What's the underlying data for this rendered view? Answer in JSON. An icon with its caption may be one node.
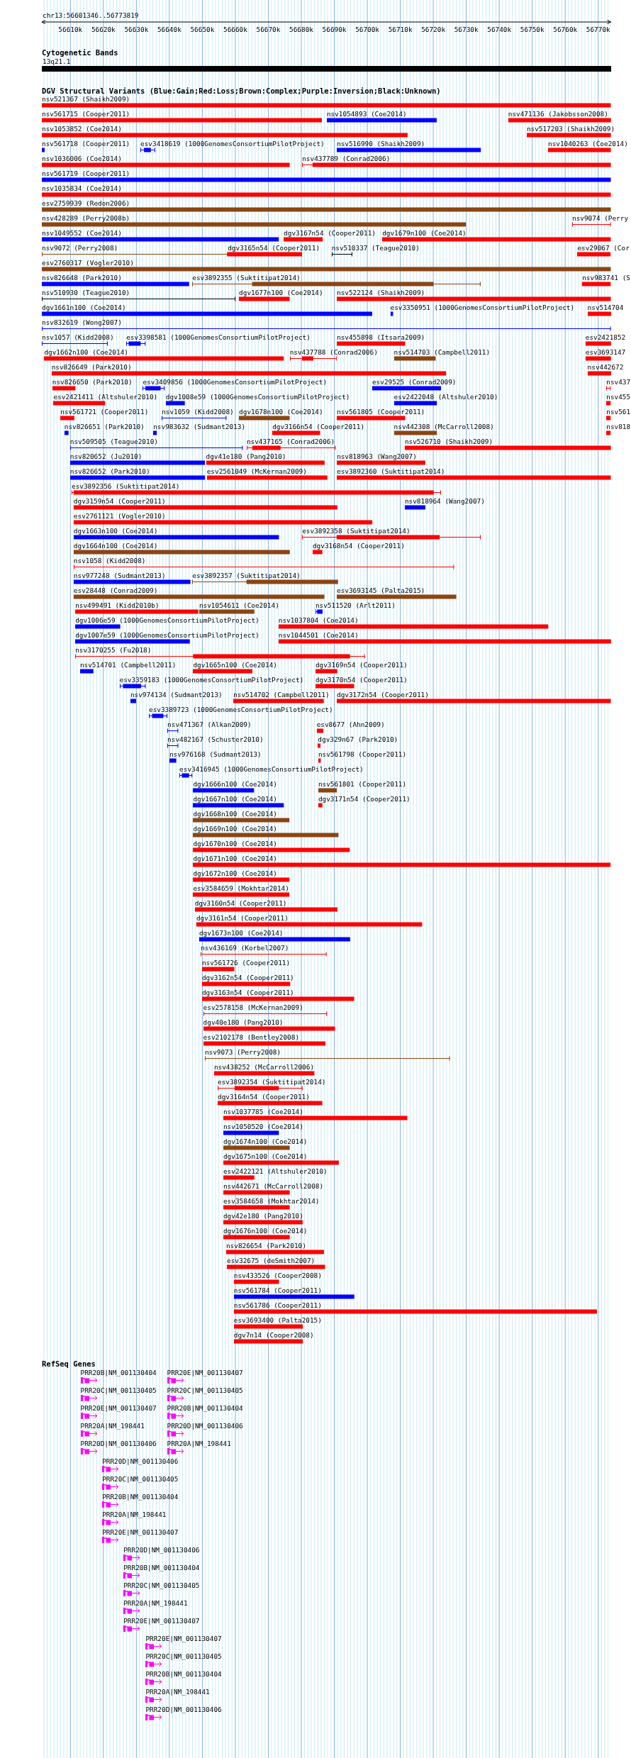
{
  "diagram": {
    "nodes": [
      {
        "text": [
          "13q21.1"
        ]
      },
      {
        "text": [
          "nsv521367 (Shaikh2009)"
        ]
      },
      {
        "text": [
          "nsv561715 (Cooper2011)"
        ]
      },
      {
        "text": [
          "nsv1054893 (Coe2014)"
        ]
      },
      {
        "text": [
          "nsv471136 (Jakobsson2008)"
        ]
      },
      {
        "text": [
          "nsv1053852 (Coe2014)"
        ]
      },
      {
        "text": [
          "nsv517203 (Shaikh2009)"
        ]
      },
      {
        "text": [
          "nsv561718 (Cooper2011)"
        ]
      },
      {
        "text": [
          "esv3418619 (1000GenomesConsortiumPilotProject)"
        ]
      },
      {
        "text": [
          "nsv516990 (Shaikh2009)"
        ]
      },
      {
        "text": [
          "nsv1040263 (Coe2014)"
        ]
      },
      {
        "text": [
          "nsv1036006 (Coe2014)"
        ]
      },
      {
        "text": [
          "nsv437789 (Conrad2006)"
        ]
      },
      {
        "text": [
          "nsv561719 (Cooper2011)"
        ]
      },
      {
        "text": [
          "nsv1035834 (Coe2014)"
        ]
      },
      {
        "text": [
          "esv2759939 (Redon2006)"
        ]
      },
      {
        "text": [
          "nsv428289 (Perry2008b)"
        ]
      },
      {
        "text": [
          "nsv9074 (Perry"
        ]
      },
      {
        "text": [
          "nsv1049552 (Coe2014)"
        ]
      },
      {
        "text": [
          "dgv3167n54 (Cooper2011)"
        ]
      },
      {
        "text": [
          "dgv1679n100 (Coe2014)"
        ]
      },
      {
        "text": [
          "nsv9072 (Perry2008)"
        ]
      },
      {
        "text": [
          "dgv3165n54 (Cooper2011)"
        ]
      },
      {
        "text": [
          "nsv510337 (Teague2010)"
        ]
      },
      {
        "text": [
          "esv29067 (Cor"
        ]
      },
      {
        "text": [
          "esv2760317 (Vogler2010)"
        ]
      },
      {
        "text": [
          "nsv826648 (Park2010)"
        ]
      },
      {
        "text": [
          "esv3892355 (Suktitipat2014)"
        ]
      },
      {
        "text": [
          "nsv983741 (S"
        ]
      },
      {
        "text": [
          "nsv510930 (Teague2010)"
        ]
      },
      {
        "text": [
          "dgv1677n100 (Coe2014)"
        ]
      },
      {
        "text": [
          "nsv522124 (Shaikh2009)"
        ]
      },
      {
        "text": [
          "dgv1661n100 (Coe2014)"
        ]
      },
      {
        "text": [
          "esv3350951 (1000GenomesConsortiumPilotProject)"
        ]
      },
      {
        "text": [
          "nsv514704"
        ]
      },
      {
        "text": [
          "nsv832619 (Wong2007)"
        ]
      },
      {
        "text": [
          "nsv1057 (Kidd2008)"
        ]
      },
      {
        "text": [
          "esv3398581 (1000GenomesConsortiumPilotProject)"
        ]
      },
      {
        "text": [
          "nsv455898 (Itsara2009)"
        ]
      },
      {
        "text": [
          "esv2421852"
        ]
      },
      {
        "text": [
          "dgv1662n100 (Coe2014)"
        ]
      },
      {
        "text": [
          "nsv437788 (Conrad2006)"
        ]
      },
      {
        "text": [
          "nsv514703 (Campbell2011)"
        ]
      },
      {
        "text": [
          "esv3693147"
        ]
      },
      {
        "text": [
          "nsv826649 (Park2010)"
        ]
      },
      {
        "text": [
          "nsv442672"
        ]
      },
      {
        "text": [
          "nsv826650 (Park2010)"
        ]
      },
      {
        "text": [
          "esv3409856 (1000GenomesConsortiumPilotProject)"
        ]
      },
      {
        "text": [
          "esv29525 (Conrad2009)"
        ]
      },
      {
        "text": [
          "nsv437"
        ]
      },
      {
        "text": [
          "esv2421411 (Altshuler2010)"
        ]
      },
      {
        "text": [
          "dgv1008e59 (1000GenomesConsortiumPilotProject)"
        ]
      },
      {
        "text": [
          "esv2422048 (Altshuler2010)"
        ]
      },
      {
        "text": [
          "nsv455"
        ]
      },
      {
        "text": [
          "nsv561721 (Cooper2011)"
        ]
      },
      {
        "text": [
          "nsv1059 (Kidd2008)"
        ]
      },
      {
        "text": [
          "dgv1678n100 (Coe2014)"
        ]
      },
      {
        "text": [
          "nsv561805 (Cooper2011)"
        ]
      },
      {
        "text": [
          "nsv561"
        ]
      },
      {
        "text": [
          "nsv826651 (Park2010)"
        ]
      },
      {
        "text": [
          "nsv983632 (Sudmant2013)"
        ]
      },
      {
        "text": [
          "dgv3166n54 (Cooper2011)"
        ]
      },
      {
        "text": [
          "nsv442308 (McCarroll2008)"
        ]
      },
      {
        "text": [
          "nsv818"
        ]
      },
      {
        "text": [
          "nsv509505 (Teague2010)"
        ]
      },
      {
        "text": [
          "nsv437165 (Conrad2006)"
        ]
      },
      {
        "text": [
          "nsv526710 (Shaikh2009)"
        ]
      },
      {
        "text": [
          "nsv820652 (Ju2010)"
        ]
      },
      {
        "text": [
          "dgv41e180 (Pang2010)"
        ]
      },
      {
        "text": [
          "nsv818963 (Wang2007)"
        ]
      },
      {
        "text": [
          "nsv826652 (Park2010)"
        ]
      },
      {
        "text": [
          "esv2561049 (McKernan2009)"
        ]
      },
      {
        "text": [
          "esv3892360 (Suktitipat2014)"
        ]
      },
      {
        "text": [
          "esv3892356 (Suktitipat2014)"
        ]
      },
      {
        "text": [
          "dgv3159n54 (Cooper2011)"
        ]
      },
      {
        "text": [
          "nsv818964 (Wang2007)"
        ]
      },
      {
        "text": [
          "esv2761121 (Vogler2010)"
        ]
      },
      {
        "text": [
          "dgv1663n100 (Coe2014)"
        ]
      },
      {
        "text": [
          "esv3892358 (Suktitipat2014)"
        ]
      },
      {
        "text": [
          "dgv1664n100 (Coe2014)"
        ]
      },
      {
        "text": [
          "dgv3168n54 (Cooper2011)"
        ]
      },
      {
        "text": [
          "nsv1058 (Kidd2008)"
        ]
      },
      {
        "text": [
          "nsv977248 (Sudmant2013)"
        ]
      },
      {
        "text": [
          "esv3892357 (Suktitipat2014)"
        ]
      },
      {
        "text": [
          "esv28448 (Conrad2009)"
        ]
      },
      {
        "text": [
          "esv3693145 (Palta2015)"
        ]
      },
      {
        "text": [
          "nsv499491 (Kidd2010b)"
        ]
      },
      {
        "text": [
          "nsv1054611 (Coe2014)"
        ]
      },
      {
        "text": [
          "nsv511520 (Arlt2011)"
        ]
      },
      {
        "text": [
          "dgv1006e59 (1000GenomesConsortiumPilotProject)"
        ]
      },
      {
        "text": [
          "nsv1037804 (Coe2014)"
        ]
      },
      {
        "text": [
          "dgv1007e59 (1000GenomesConsortiumPilotProject)"
        ]
      },
      {
        "text": [
          "nsv1044501 (Coe2014)"
        ]
      },
      {
        "text": [
          "nsv3170255 (Fu2018)"
        ]
      },
      {
        "text": [
          "nsv514701 (Campbell2011)"
        ]
      },
      {
        "text": [
          "dgv1665n100 (Coe2014)"
        ]
      },
      {
        "text": [
          "dgv3169n54 (Cooper2011)"
        ]
      },
      {
        "text": [
          "esv3359183 (1000GenomesConsortiumPilotProject)"
        ]
      },
      {
        "text": [
          "dgv3170n54 (Cooper2011)"
        ]
      },
      {
        "text": [
          "nsv974134 (Sudmant2013)"
        ]
      },
      {
        "text": [
          "nsv514702 (Campbell2011)"
        ]
      },
      {
        "text": [
          "dgv3172n54 (Cooper2011)"
        ]
      },
      {
        "text": [
          "esv3389723 (1000GenomesConsortiumPilotProject)"
        ]
      },
      {
        "text": [
          "nsv471367 (Alkan2009)"
        ]
      },
      {
        "text": [
          "esv8677 (Ahn2009)"
        ]
      },
      {
        "text": [
          "nsv482167 (Schuster2010)"
        ]
      },
      {
        "text": [
          "dgv329n67 (Park2010)"
        ]
      },
      {
        "text": [
          "nsv976168 (Sudmant2013)"
        ]
      },
      {
        "text": [
          "nsv561798 (Cooper2011)"
        ]
      },
      {
        "text": [
          "esv3416945 (1000GenomesConsortiumPilotProject)"
        ]
      },
      {
        "text": [
          "dgv1666n100 (Coe2014)"
        ]
      },
      {
        "text": [
          "nsv561801 (Cooper2011)"
        ]
      },
      {
        "text": [
          "dgv1667n100 (Coe2014)"
        ]
      },
      {
        "text": [
          "dgv3171n54 (Cooper2011)"
        ]
      },
      {
        "text": [
          "dgv1668n100 (Coe2014)"
        ]
      },
      {
        "text": [
          "dgv1669n100 (Coe2014)"
        ]
      },
      {
        "text": [
          "dgv1670n100 (Coe2014)"
        ]
      },
      {
        "text": [
          "dgv1671n100 (Coe2014)"
        ]
      },
      {
        "text": [
          "dgv1672n100 (Coe2014)"
        ]
      },
      {
        "text": [
          "esv3584659 (Mokhtar2014)"
        ]
      },
      {
        "text": [
          "dgv3160n54 (Cooper2011)"
        ]
      },
      {
        "text": [
          "dgv3161n54 (Cooper2011)"
        ]
      },
      {
        "text": [
          "dgv1673n100 (Coe2014)"
        ]
      },
      {
        "text": [
          "nsv436169 (Korbel2007)"
        ]
      },
      {
        "text": [
          "nsv561726 (Cooper2011)"
        ]
      },
      {
        "text": [
          "dgv3162n54 (Cooper2011)"
        ]
      },
      {
        "text": [
          "dgv3163n54 (Cooper2011)"
        ]
      },
      {
        "text": [
          "esv2578158 (McKernan2009)"
        ]
      },
      {
        "text": [
          "dgv40e180 (Pang2010)"
        ]
      },
      {
        "text": [
          "esv2102178 (Bentley2008)"
        ]
      },
      {
        "text": [
          "nsv9073 (Perry2008)"
        ]
      },
      {
        "text": [
          "nsv438252 (McCarroll2006)"
        ]
      },
      {
        "text": [
          "esv3892354 (Suktitipat2014)"
        ]
      },
      {
        "text": [
          "dgv3164n54 (Cooper2011)"
        ]
      },
      {
        "text": [
          "nsv1037785 (Coe2014)"
        ]
      },
      {
        "text": [
          "nsv1050520 (Coe2014)"
        ]
      },
      {
        "text": [
          "dgv1674n100 (Coe2014)"
        ]
      },
      {
        "text": [
          "dgv1675n100 (Coe2014)"
        ]
      },
      {
        "text": [
          "esv2422121 (Altshuler2010)"
        ]
      },
      {
        "text": [
          "nsv442671 (McCarroll2008)"
        ]
      },
      {
        "text": [
          "esv3584658 (Mokhtar2014)"
        ]
      },
      {
        "text": [
          "dgv42e180 (Pang2010)"
        ]
      },
      {
        "text": [
          "dgv1676n100 (Coe2014)"
        ]
      },
      {
        "text": [
          "nsv826654 (Park2010)"
        ]
      },
      {
        "text": [
          "esv32675 (deSmith2007)"
        ]
      },
      {
        "text": [
          "nsv433526 (Cooper2008)"
        ]
      },
      {
        "text": [
          "nsv561784 (Cooper2011)"
        ]
      },
      {
        "text": [
          "nsv561786 (Cooper2011)"
        ]
      },
      {
        "text": [
          "esv3693400 (Palta2015)"
        ]
      },
      {
        "text": [
          "dgv7n14 (Cooper2008)"
        ]
      },
      {
        "text": [
          "PRR20B|NM_001130404"
        ]
      },
      {
        "text": [
          "PRR20E|NM_001130407"
        ]
      },
      {
        "text": [
          "PRR20C|NM_001130405"
        ]
      },
      {
        "text": [
          "PRR20C|NM_001130405"
        ]
      },
      {
        "text": [
          "PRR20E|NM_001130407"
        ]
      },
      {
        "text": [
          "PRR20B|NM_001130404"
        ]
      },
      {
        "text": [
          "PRR20A|NM_198441"
        ]
      },
      {
        "text": [
          "PRR20D|NM_001130406"
        ]
      },
      {
        "text": [
          "PRR20D|NM_001130406"
        ]
      },
      {
        "text": [
          "PRR20A|NM_198441"
        ]
      },
      {
        "text": [
          "PRR20D|NM_001130406"
        ]
      },
      {
        "text": [
          "PRR20C|NM_001130405"
        ]
      },
      {
        "text": [
          "PRR20B|NM_001130404"
        ]
      },
      {
        "text": [
          "PRR20A|NM_198441"
        ]
      },
      {
        "text": [
          "PRR20E|NM_001130407"
        ]
      },
      {
        "text": [
          "PRR20D|NM_001130406"
        ]
      },
      {
        "text": [
          "PRR20B|NM_001130404"
        ]
      },
      {
        "text": [
          "PRR20C|NM_001130405"
        ]
      },
      {
        "text": [
          "PRR20A|NM_198441"
        ]
      },
      {
        "text": [
          "PRR20E|NM_001130407"
        ]
      },
      {
        "text": [
          "PRR20E|NM_001130407"
        ]
      },
      {
        "text": [
          "PRR20C|NM_001130405"
        ]
      },
      {
        "text": [
          "PRR20B|NM_001130404"
        ]
      },
      {
        "text": [
          "PRR20A|NM_198441"
        ]
      },
      {
        "text": [
          "PRR20D|NM_001130406"
        ]
      }
    ],
    "labels": [
      "chr13:56601346..56773819",
      "56610k",
      "56620k",
      "56630k",
      "56640k",
      "56650k",
      "56660k",
      "56670k",
      "56680k",
      "56690k",
      "56700k",
      "56710k",
      "56720k",
      "56730k",
      "56740k",
      "56750k",
      "56760k",
      "56770k",
      "Cytogenetic Bands",
      "DGV Structural Variants (Blue:Gain;Red:Loss;Brown:Complex;Purple:Inversion;Black:Unknown)",
      "RefSeq Genes"
    ]
  }
}
